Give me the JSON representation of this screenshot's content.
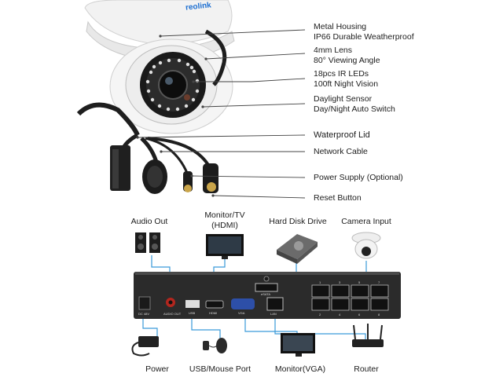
{
  "camera_brand": "reolink",
  "camera_callouts": [
    {
      "line1": "Metal Housing",
      "line2": "IP66 Durable Weatherproof"
    },
    {
      "line1": "4mm Lens",
      "line2": "80° Viewing Angle"
    },
    {
      "line1": "18pcs IR LEDs",
      "line2": "100ft Night Vision"
    },
    {
      "line1": "Daylight Sensor",
      "line2": "Day/Night Auto Switch"
    },
    {
      "line1": "Waterproof Lid",
      "line2": ""
    },
    {
      "line1": "Network Cable",
      "line2": ""
    },
    {
      "line1": "Power Supply (Optional)",
      "line2": ""
    },
    {
      "line1": "Reset Button",
      "line2": ""
    }
  ],
  "nvr_top_devices": {
    "audio_out": "Audio Out",
    "monitor_tv_line1": "Monitor/TV",
    "monitor_tv_line2": "(HDMI)",
    "hard_disk_drive": "Hard Disk Drive",
    "camera_input": "Camera Input"
  },
  "nvr_bottom_devices": {
    "power": "Power",
    "usb_mouse_port": "USB/Mouse Port",
    "monitor_vga": "Monitor(VGA)",
    "router": "Router"
  },
  "nvr_port_labels": {
    "dc": "DC 48V",
    "audio_out": "AUDIO OUT",
    "usb": "USB",
    "hdmi": "HDMI",
    "vga": "VGA",
    "lan": "LAN",
    "esata": "eSATA",
    "poe_numbers": [
      "1",
      "3",
      "5",
      "7",
      "2",
      "4",
      "6",
      "8"
    ]
  },
  "colors": {
    "connector_line": "#3a9ad9",
    "nvr_body": "#2b2b2b",
    "callout_line": "#444444"
  }
}
